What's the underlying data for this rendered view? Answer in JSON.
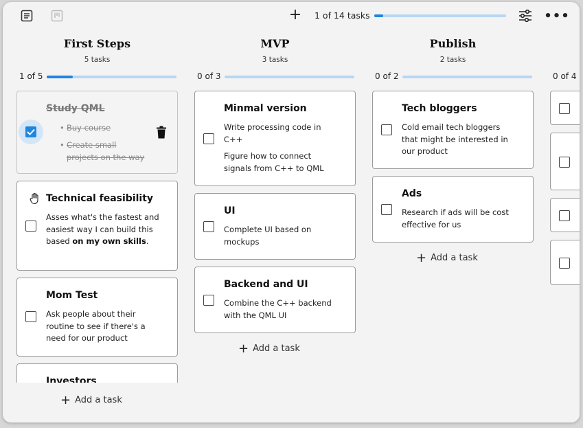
{
  "toolbar": {
    "notes_icon": "notes-icon",
    "board_icon": "board-icon",
    "add_icon": "plus-icon",
    "task_count": "1 of 14 tasks",
    "progress": 0.07,
    "filter_icon": "sliders-icon",
    "more_icon": "more-icon"
  },
  "colors": {
    "accent": "#1f86de",
    "track": "#b8d6f3",
    "card_border": "#9b9b9b",
    "background": "#f3f3f3"
  },
  "add_task_label": "Add a task",
  "columns": [
    {
      "title": "First Steps",
      "subtitle": "5 tasks",
      "count": "1 of 5",
      "progress": 0.2,
      "cards": [
        {
          "title": "Study QML",
          "done": true,
          "subitems": [
            "Buy course",
            "Create small",
            "projects on the way"
          ]
        },
        {
          "title": "Technical feasibility",
          "desc_pre": "Asses what's the fastest and easiest way I can build this based ",
          "desc_bold": "on my own skills",
          "desc_post": "."
        },
        {
          "title": "Mom Test",
          "desc": "Ask people about their routine to see if there's a need for our product"
        },
        {
          "title": "Investors"
        }
      ]
    },
    {
      "title": "MVP",
      "subtitle": "3 tasks",
      "count": "0 of 3",
      "progress": 0,
      "cards": [
        {
          "title": "Minmal version",
          "desc": "Write processing code in C++",
          "desc2": "Figure how to connect signals from C++ to QML"
        },
        {
          "title": "UI",
          "desc": "Complete UI based on mockups"
        },
        {
          "title": "Backend and UI",
          "desc": "Combine the C++ backend with the QML UI"
        }
      ]
    },
    {
      "title": "Publish",
      "subtitle": "2 tasks",
      "count": "0 of 2",
      "progress": 0,
      "cards": [
        {
          "title": "Tech bloggers",
          "desc": "Cold email tech bloggers that might be interested in our product"
        },
        {
          "title": "Ads",
          "desc": "Research if ads will be cost effective for us"
        }
      ]
    },
    {
      "count": "0 of 4"
    }
  ]
}
